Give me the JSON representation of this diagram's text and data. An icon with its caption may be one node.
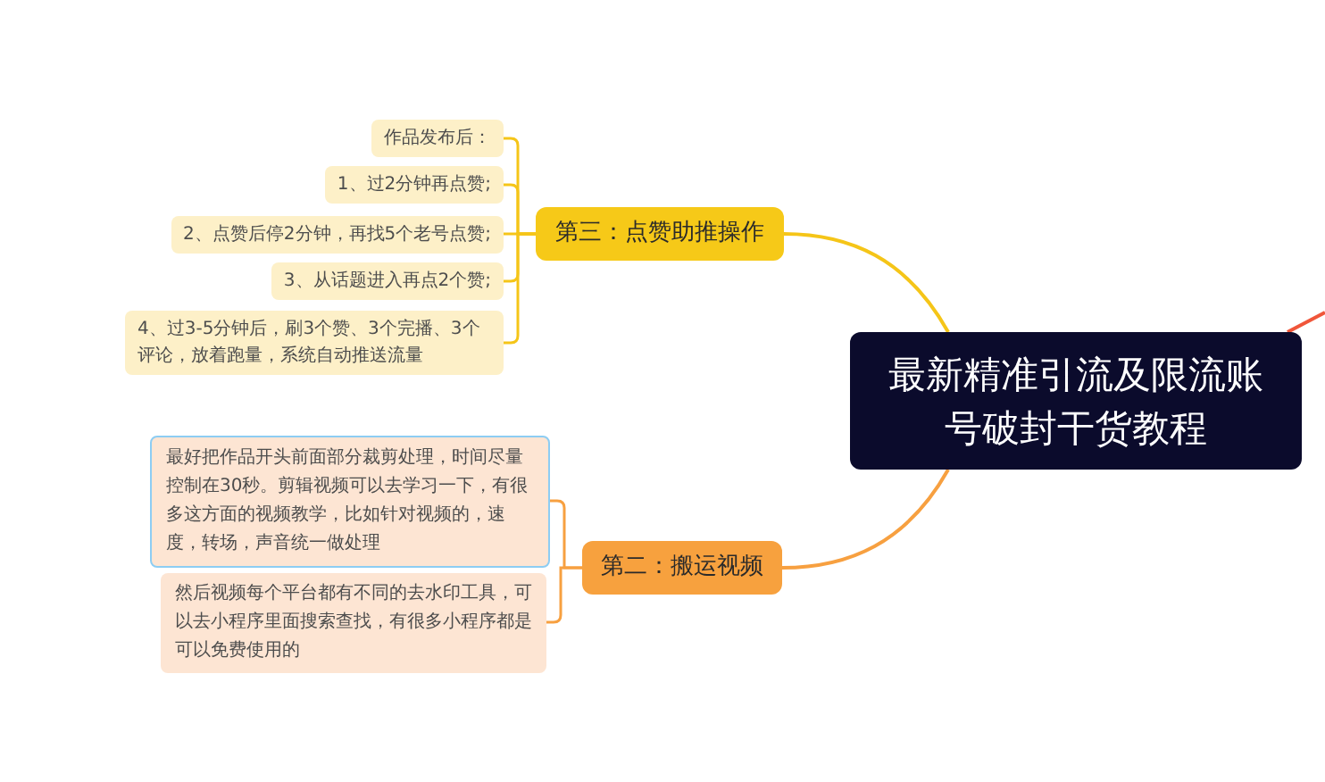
{
  "diagram": {
    "nodes": [
      {
        "text": [
          "最新精准引流及限流账号破封干货教程"
        ]
      },
      {
        "text": [
          "第三：点赞助推操作"
        ]
      },
      {
        "text": [
          "第二：搬运视频"
        ]
      },
      {
        "text": [
          "作品发布后："
        ]
      },
      {
        "text": [
          "1、过2分钟再点赞;"
        ]
      },
      {
        "text": [
          "2、点赞后停2分钟，再找5个老号点赞;"
        ]
      },
      {
        "text": [
          "3、从话题进入再点2个赞;"
        ]
      },
      {
        "text": [
          "4、过3-5分钟后，刷3个赞、3个完播、3个评论，放着跑量，系统自动推送流量"
        ]
      },
      {
        "text": [
          "最好把作品开头前面部分裁剪处理，时间尽量控制在30秒。剪辑视频可以去学习一下，有很多这方面的视频教学，比如针对视频的，速度，转场，声音统一做处理"
        ]
      },
      {
        "text": [
          "然后视频每个平台都有不同的去水印工具，可以去小程序里面搜索查找，有很多小程序都是可以免费使用的"
        ]
      }
    ],
    "edges": [
      {
        "from": 0,
        "to": 1,
        "arrow": "none",
        "color": "#f5c518"
      },
      {
        "from": 0,
        "to": 2,
        "arrow": "none",
        "color": "#f7a040"
      },
      {
        "from": 0,
        "to": null,
        "arrow": "none",
        "color": "#f0563a"
      },
      {
        "from": 1,
        "to": 3,
        "arrow": "none",
        "color": "#f5c518"
      },
      {
        "from": 1,
        "to": 4,
        "arrow": "none",
        "color": "#f5c518"
      },
      {
        "from": 1,
        "to": 5,
        "arrow": "none",
        "color": "#f5c518"
      },
      {
        "from": 1,
        "to": 6,
        "arrow": "none",
        "color": "#f5c518"
      },
      {
        "from": 1,
        "to": 7,
        "arrow": "none",
        "color": "#f5c518"
      },
      {
        "from": 2,
        "to": 8,
        "arrow": "none",
        "color": "#f7a040"
      },
      {
        "from": 2,
        "to": 9,
        "arrow": "none",
        "color": "#f7a040"
      }
    ]
  }
}
